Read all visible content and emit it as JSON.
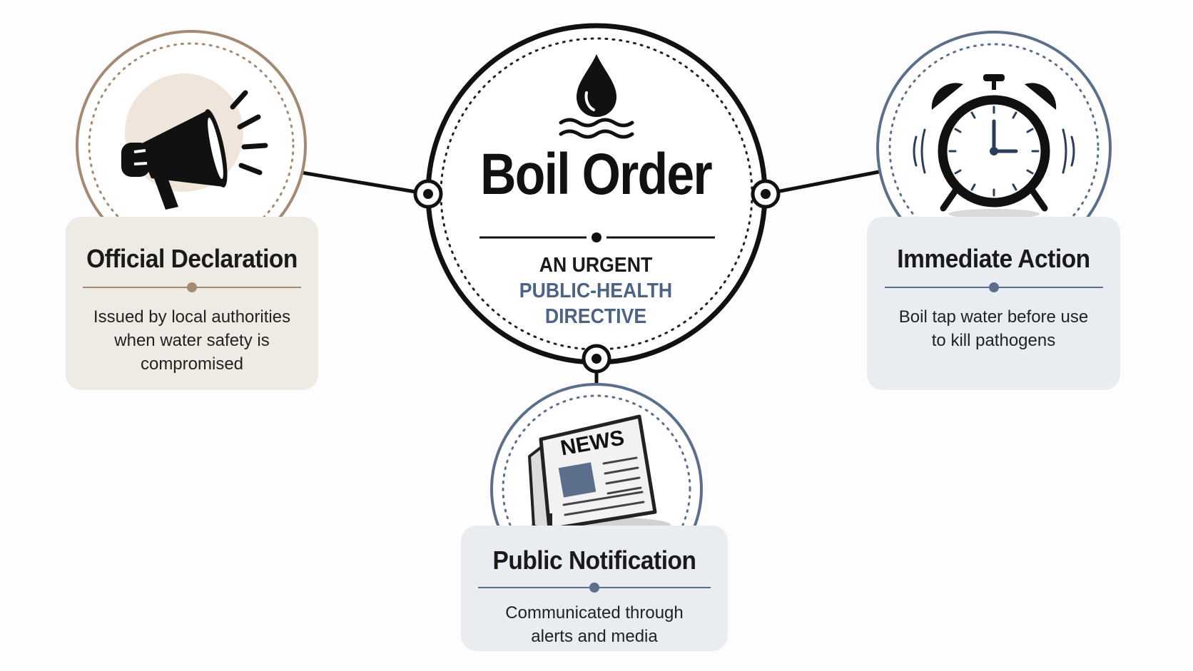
{
  "center": {
    "title": "Boil Order",
    "subtitle_line1": "AN URGENT",
    "subtitle_line2": "PUBLIC-HEALTH",
    "subtitle_line3": "DIRECTIVE"
  },
  "nodes": [
    {
      "title": "Official Declaration",
      "description_lines": [
        "Issued by local authorities",
        "when water safety is",
        "compromised"
      ],
      "icon": "megaphone-icon"
    },
    {
      "title": "Immediate Action",
      "description_lines": [
        "Boil tap water before use",
        "to kill pathogens"
      ],
      "icon": "alarm-clock-icon"
    },
    {
      "title": "Public Notification",
      "description_lines": [
        "Communicated through",
        "alerts and media"
      ],
      "icon": "newspaper-icon",
      "icon_label": "NEWS"
    }
  ],
  "colors": {
    "tan_accent": "#a48a70",
    "blue_accent": "#5b6f8c",
    "tan_card": "#eeeae4",
    "blue_card": "#e9edf2",
    "dark": "#111111"
  }
}
